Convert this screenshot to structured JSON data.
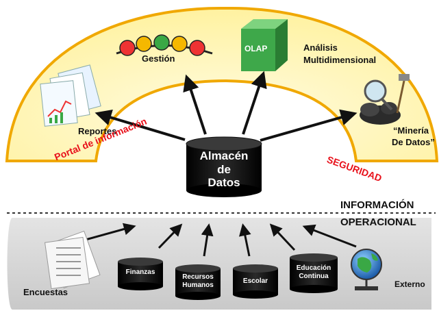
{
  "center": {
    "lines": [
      "Almacén",
      "de",
      "Datos"
    ]
  },
  "top_labels": {
    "gestion": "Gestión",
    "olap_box": "OLAP",
    "analisis": "Análisis",
    "multidimensional": "Multidimensional",
    "reportes": "Reportes",
    "mineria_1": "“Minería",
    "mineria_2": "De Datos”"
  },
  "arc_labels": {
    "portal": "Portal de información",
    "seguridad": "SEGURIDAD"
  },
  "operational": {
    "title_1": "INFORMACIÓN",
    "title_2": "OPERACIONAL",
    "sources": {
      "encuestas": "Encuestas",
      "finanzas": "Finanzas",
      "rrhh_1": "Recursos",
      "rrhh_2": "Humanos",
      "escolar": "Escolar",
      "educacion_1": "Educación",
      "educacion_2": "Continua",
      "externo": "Externo"
    }
  },
  "colors": {
    "arc_fill": "#fff6b0",
    "arc_border": "#f0a800",
    "operational_fill": "#d6d6d6",
    "cylinder": "#111111",
    "olap_green": "#3ea84a",
    "arc_text": "#e8101a"
  },
  "icons": [
    "gauges-icon",
    "olap-cube-icon",
    "reports-icon",
    "data-mining-icon",
    "survey-papers-icon",
    "globe-icon"
  ]
}
